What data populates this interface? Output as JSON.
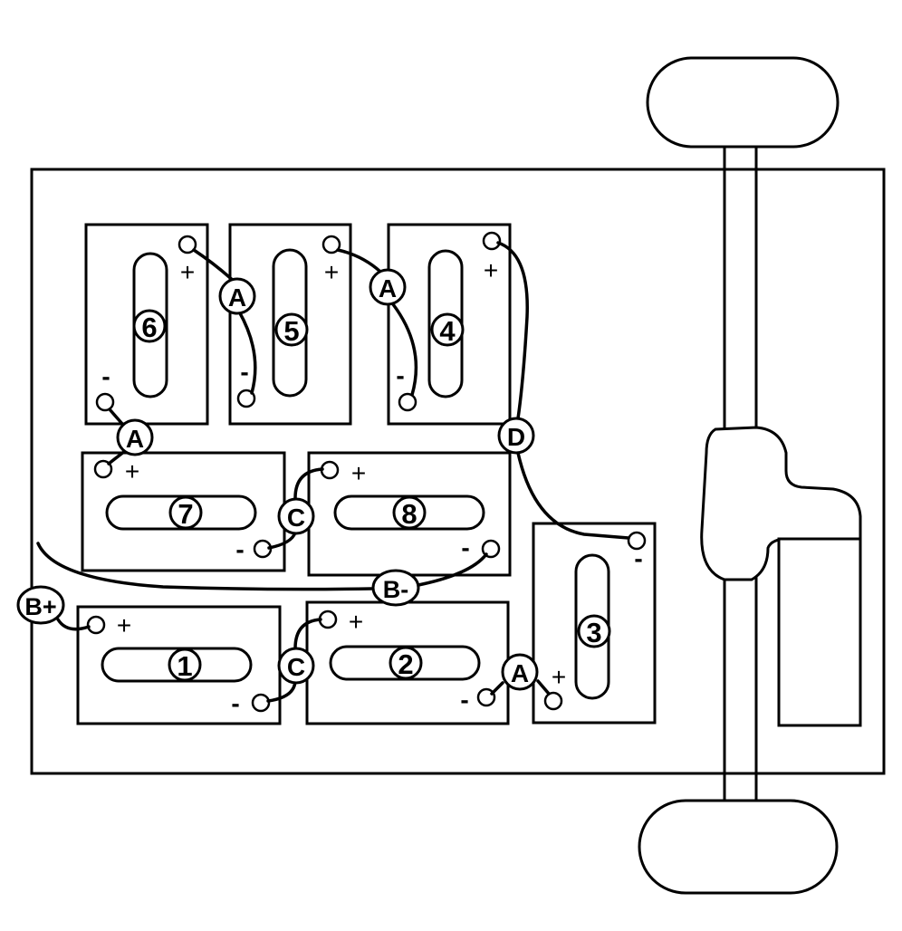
{
  "batteries": [
    {
      "number": "1",
      "plus_sign": "+",
      "minus_sign": "-"
    },
    {
      "number": "2",
      "plus_sign": "+",
      "minus_sign": "-"
    },
    {
      "number": "3",
      "plus_sign": "+",
      "minus_sign": "-"
    },
    {
      "number": "4",
      "plus_sign": "+",
      "minus_sign": "-"
    },
    {
      "number": "5",
      "plus_sign": "+",
      "minus_sign": "-"
    },
    {
      "number": "6",
      "plus_sign": "+",
      "minus_sign": "-"
    },
    {
      "number": "7",
      "plus_sign": "+",
      "minus_sign": "-"
    },
    {
      "number": "8",
      "plus_sign": "+",
      "minus_sign": "-"
    }
  ],
  "cable_labels": {
    "a1": "A",
    "a2": "A",
    "a3": "A",
    "a4": "A",
    "c1": "C",
    "c2": "C",
    "d": "D",
    "b_minus": "B-",
    "b_plus": "B+"
  }
}
